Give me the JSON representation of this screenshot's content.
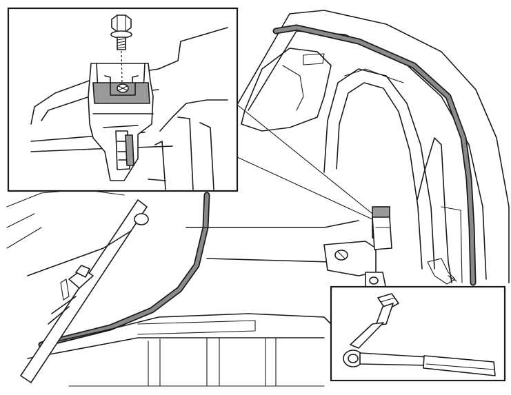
{
  "figure": {
    "main_view": "trunk-interior",
    "inset_top_left": "bolt-and-bracket-detail",
    "inset_bottom_right": "extension-tool-detail",
    "highlight_color": "#9a9a9a",
    "line_color": "#1a1a1a",
    "background_color": "#ffffff"
  }
}
